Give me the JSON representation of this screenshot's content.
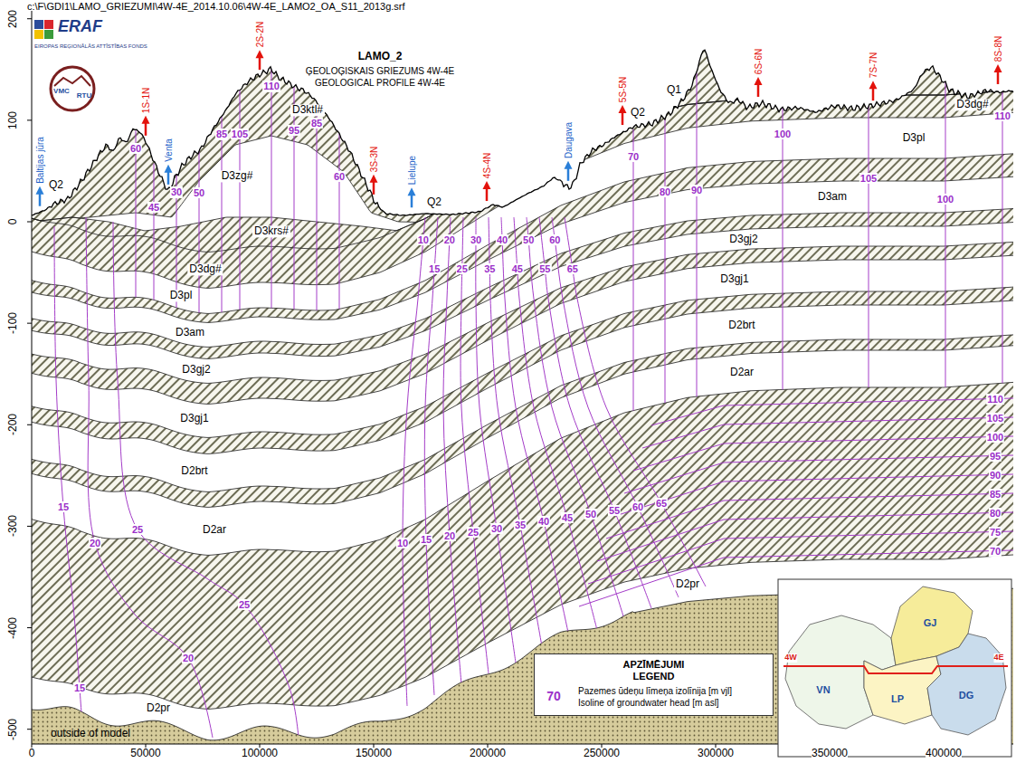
{
  "diagram": {
    "title": "LAMO_2",
    "nodes": [
      {
        "text": [
          "APZĪMĒJUMI LEGEND"
        ]
      },
      {
        "text": [
          "VN"
        ]
      },
      {
        "text": [
          "GJ"
        ]
      },
      {
        "text": [
          "LP"
        ]
      },
      {
        "text": [
          "DG"
        ]
      }
    ],
    "labels": [
      "c:\\F\\GDI1\\LAMO_GRIEZUMI\\4W-4E_2014.10.06\\4W-4E_LAMO2_OA_S11_2013g.srf",
      "ĢEOLOĢISKAIS GRIEZUMS 4W-4E",
      "GEOLOGICAL PROFILE 4W-4E",
      "ERAF",
      "EIROPAS REĢIONĀLĀS ATTĪSTĪBAS FONDS",
      "VMC",
      "RTU",
      "200",
      "100",
      "0",
      "-100",
      "-200",
      "-300",
      "-400",
      "-500",
      "0",
      "50000",
      "100000",
      "150000",
      "200000",
      "250000",
      "300000",
      "350000",
      "400000",
      "1S-1N",
      "2S-2N",
      "3S-3N",
      "4S-4N",
      "5S-5N",
      "6S-6N",
      "7S-7N",
      "8S-8N",
      "Baltijas jūra",
      "Venta",
      "Lielupe",
      "Daugava",
      "Q2",
      "Q2",
      "Q2",
      "Q1",
      "D3ktl#",
      "D3zg#",
      "D3krs#",
      "D3dg#",
      "D3dg#",
      "D3pl",
      "D3pl",
      "D3am",
      "D3am",
      "D3gj2",
      "D3gj2",
      "D3gj1",
      "D3gj1",
      "D2brt",
      "D2brt",
      "D2ar",
      "D2ar",
      "D2pr",
      "D2pr",
      "outside of model",
      "70",
      "4W",
      "4E",
      "10",
      "15",
      "20",
      "25",
      "30",
      "35",
      "40",
      "45",
      "50",
      "55",
      "60",
      "65",
      "10",
      "15",
      "20",
      "25",
      "30",
      "35",
      "40",
      "45",
      "50",
      "55",
      "60",
      "65",
      "15",
      "15",
      "20",
      "20",
      "25",
      "25",
      "110",
      "105",
      "100",
      "95",
      "90",
      "85",
      "80",
      "75",
      "70",
      "70",
      "80",
      "90",
      "100",
      "105",
      "100",
      "110",
      "60",
      "45",
      "30",
      "50",
      "85",
      "105",
      "110",
      "95",
      "85",
      "60"
    ],
    "legend": [
      {
        "text": "Pazemes ūdeņu līmeņa izolīnija [m vjl]"
      },
      {
        "text": "Isoline of groundwater head [m asl]"
      }
    ]
  }
}
